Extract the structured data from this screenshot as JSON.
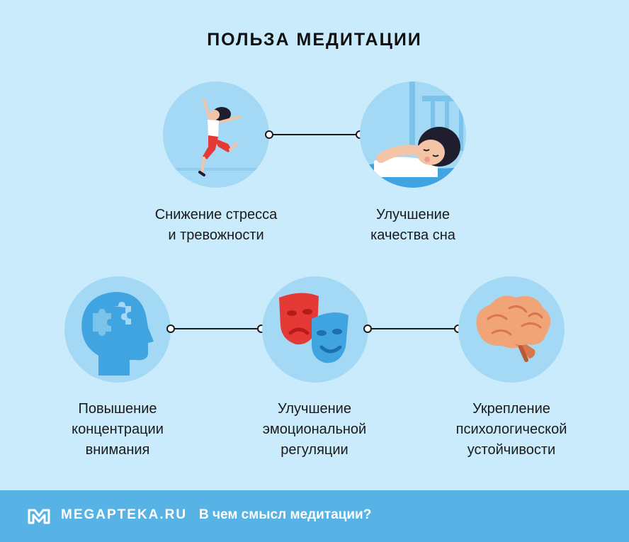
{
  "title": "ПОЛЬЗА МЕДИТАЦИИ",
  "benefits": [
    {
      "line1": "Снижение стресса",
      "line2": "и тревожности",
      "icon": "jumping-woman-icon"
    },
    {
      "line1": "Улучшение",
      "line2": "качества сна",
      "icon": "sleeping-woman-icon"
    },
    {
      "line1": "Повышение",
      "line2": "концентрации",
      "line3": "внимания",
      "icon": "head-puzzle-icon"
    },
    {
      "line1": "Улучшение",
      "line2": "эмоциональной",
      "line3": "регуляции",
      "icon": "theater-masks-icon"
    },
    {
      "line1": "Укрепление",
      "line2": "психологической",
      "line3": "устойчивости",
      "icon": "brain-icon"
    }
  ],
  "footer": {
    "brand": "MEGAPTEKA.RU",
    "question": "В чем смысл медитации?",
    "background": "#57b3e5"
  },
  "colors": {
    "background": "#c9ebfb",
    "circle": "#a3d9f5",
    "accent_blue": "#3fa4e0",
    "mask_red": "#e53935",
    "brain": "#f2a479"
  }
}
